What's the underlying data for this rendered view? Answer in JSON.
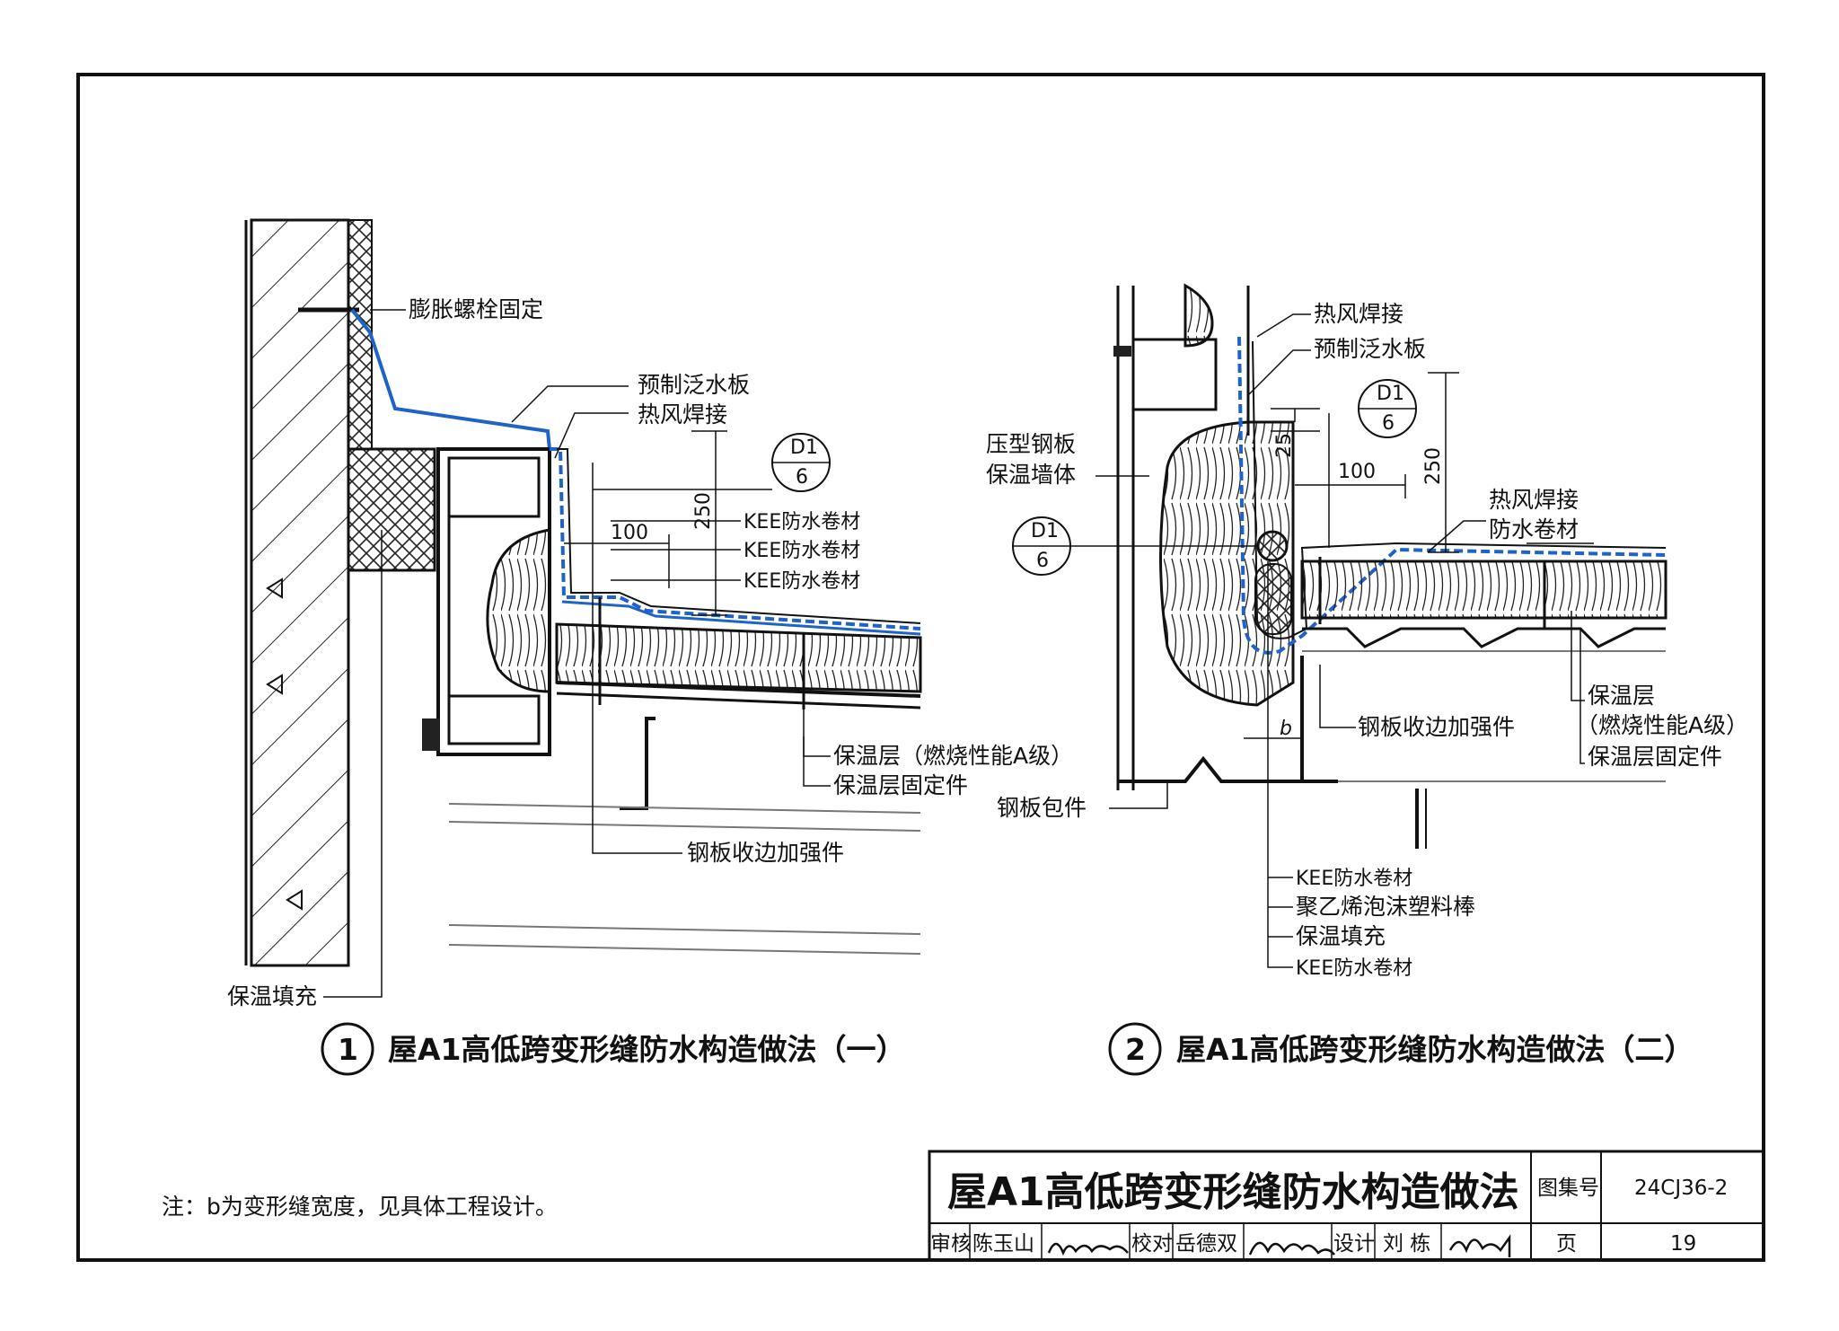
{
  "detail1": {
    "labels": {
      "expansion_bolt": "膨胀螺栓固定",
      "flashing": "预制泛水板",
      "hot_air_weld": "热风焊接",
      "kee1": "KEE防水卷材",
      "kee2": "KEE防水卷材",
      "kee3": "KEE防水卷材",
      "insulation": "保温层（燃烧性能A级）",
      "insulation_fixer": "保温层固定件",
      "steel_edge": "钢板收边加强件",
      "insulation_fill": "保温填充",
      "dim_100": "100",
      "dim_250": "250",
      "ref_top": "D1",
      "ref_bottom": "6"
    },
    "number": "1",
    "title": "屋A1高低跨变形缝防水构造做法（一）"
  },
  "detail2": {
    "labels": {
      "hot_air_weld": "热风焊接",
      "flashing": "预制泛水板",
      "wall1": "压型钢板",
      "wall2": "保温墙体",
      "hot_air_weld2": "热风焊接",
      "membrane": "防水卷材",
      "insulation1": "保温层",
      "insulation2": "（燃烧性能A级）",
      "insulation_fixer": "保温层固定件",
      "steel_edge": "钢板收边加强件",
      "steel_wrap": "钢板包件",
      "kee_a": "KEE防水卷材",
      "pe_rod": "聚乙烯泡沫塑料棒",
      "insulation_fill": "保温填充",
      "kee_b": "KEE防水卷材",
      "dim_25": "25",
      "dim_100": "100",
      "dim_250": "250",
      "dim_b": "b",
      "ref_top": "D1",
      "ref_bottom": "6",
      "ref2_top": "D1",
      "ref2_bottom": "6"
    },
    "number": "2",
    "title": "屋A1高低跨变形缝防水构造做法（二）"
  },
  "note": "注：b为变形缝宽度，见具体工程设计。",
  "title_block": {
    "title": "屋A1高低跨变形缝防水构造做法",
    "atlas_label": "图集号",
    "atlas_no": "24CJ36-2",
    "review_label": "审核",
    "reviewer": "陈玉山",
    "check_label": "校对",
    "checker": "岳德双",
    "design_label": "设计",
    "designer": "刘 栋",
    "page_label": "页",
    "page_no": "19"
  },
  "colors": {
    "membrane": "#1f63c9",
    "line": "#111111",
    "background": "#ffffff"
  }
}
